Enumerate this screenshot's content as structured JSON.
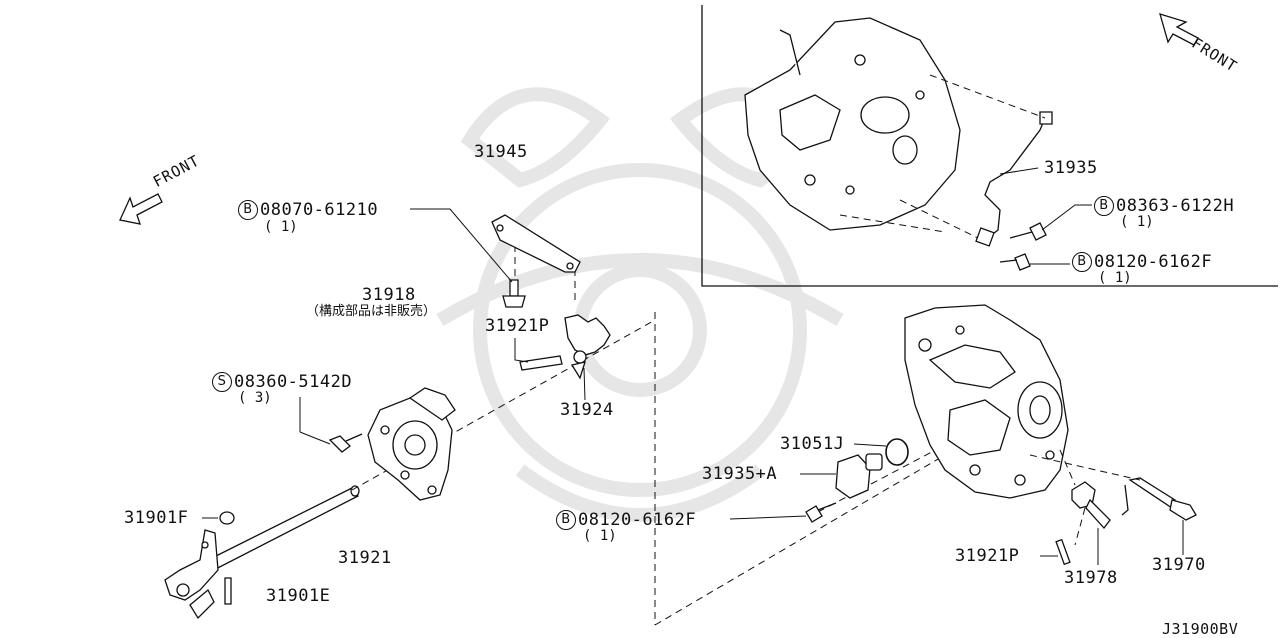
{
  "diagram_code": "J31900BV",
  "direction_label": "FRONT",
  "colors": {
    "line": "#111111",
    "watermark": "#e6e6e6",
    "background": "#ffffff"
  },
  "labels": {
    "p31945": "31945",
    "p31918": "31918",
    "p31918_note": "（構成部品は非販売）",
    "p31921P_top": "31921P",
    "p31924": "31924",
    "p31901F": "31901F",
    "p31921": "31921",
    "p31901E": "31901E",
    "p31051J": "31051J",
    "p31935A": "31935+A",
    "p31921P_bottom": "31921P",
    "p31978": "31978",
    "p31970": "31970",
    "p31935": "31935"
  },
  "fasteners": {
    "bolt_08070": {
      "prefix": "B",
      "part": "08070-61210",
      "qty": "( 1)"
    },
    "screw_08360": {
      "prefix": "S",
      "part": "08360-5142D",
      "qty": "( 3)"
    },
    "bolt_08120_center": {
      "prefix": "B",
      "part": "08120-6162F",
      "qty": "( 1)"
    },
    "bolt_08363": {
      "prefix": "B",
      "part": "08363-6122H",
      "qty": "( 1)"
    },
    "bolt_08120_inset": {
      "prefix": "B",
      "part": "08120-6162F",
      "qty": "( 1)"
    }
  }
}
